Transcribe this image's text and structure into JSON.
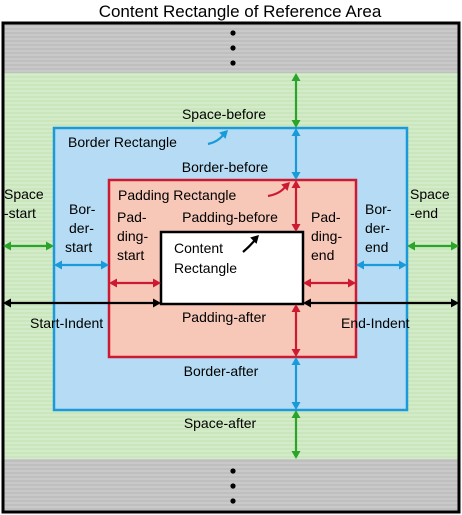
{
  "title": "Content Rectangle of Reference Area",
  "labels": {
    "space_before": "Space-before",
    "border_rectangle": "Border Rectangle",
    "border_before": "Border-before",
    "padding_rectangle": "Padding Rectangle",
    "padding_before": "Padding-before",
    "space_start_1": "Space",
    "space_start_2": "-start",
    "space_end_1": "Space",
    "space_end_2": "-end",
    "border_start_1": "Bor-",
    "border_start_2": "der-",
    "border_start_3": "start",
    "border_end_1": "Bor-",
    "border_end_2": "der-",
    "border_end_3": "end",
    "padding_start_1": "Pad-",
    "padding_start_2": "ding-",
    "padding_start_3": "start",
    "padding_end_1": "Pad-",
    "padding_end_2": "ding-",
    "padding_end_3": "end",
    "content_1": "Content",
    "content_2": "Rectangle",
    "start_indent": "Start-Indent",
    "end_indent": "End-Indent",
    "padding_after": "Padding-after",
    "border_after": "Border-after",
    "space_after": "Space-after"
  },
  "colors": {
    "gray_region": "#c8c8c8",
    "space_region": "#cfe9c4",
    "border_region": "#b5dcf4",
    "border_line": "#1a9ad9",
    "padding_region": "#f7c7b8",
    "padding_line": "#cc1a33",
    "content_fill": "#ffffff",
    "green_arrow": "#2aa52a",
    "blue_arrow": "#1a9ad9",
    "red_arrow": "#cc1a33",
    "black": "#000000"
  }
}
